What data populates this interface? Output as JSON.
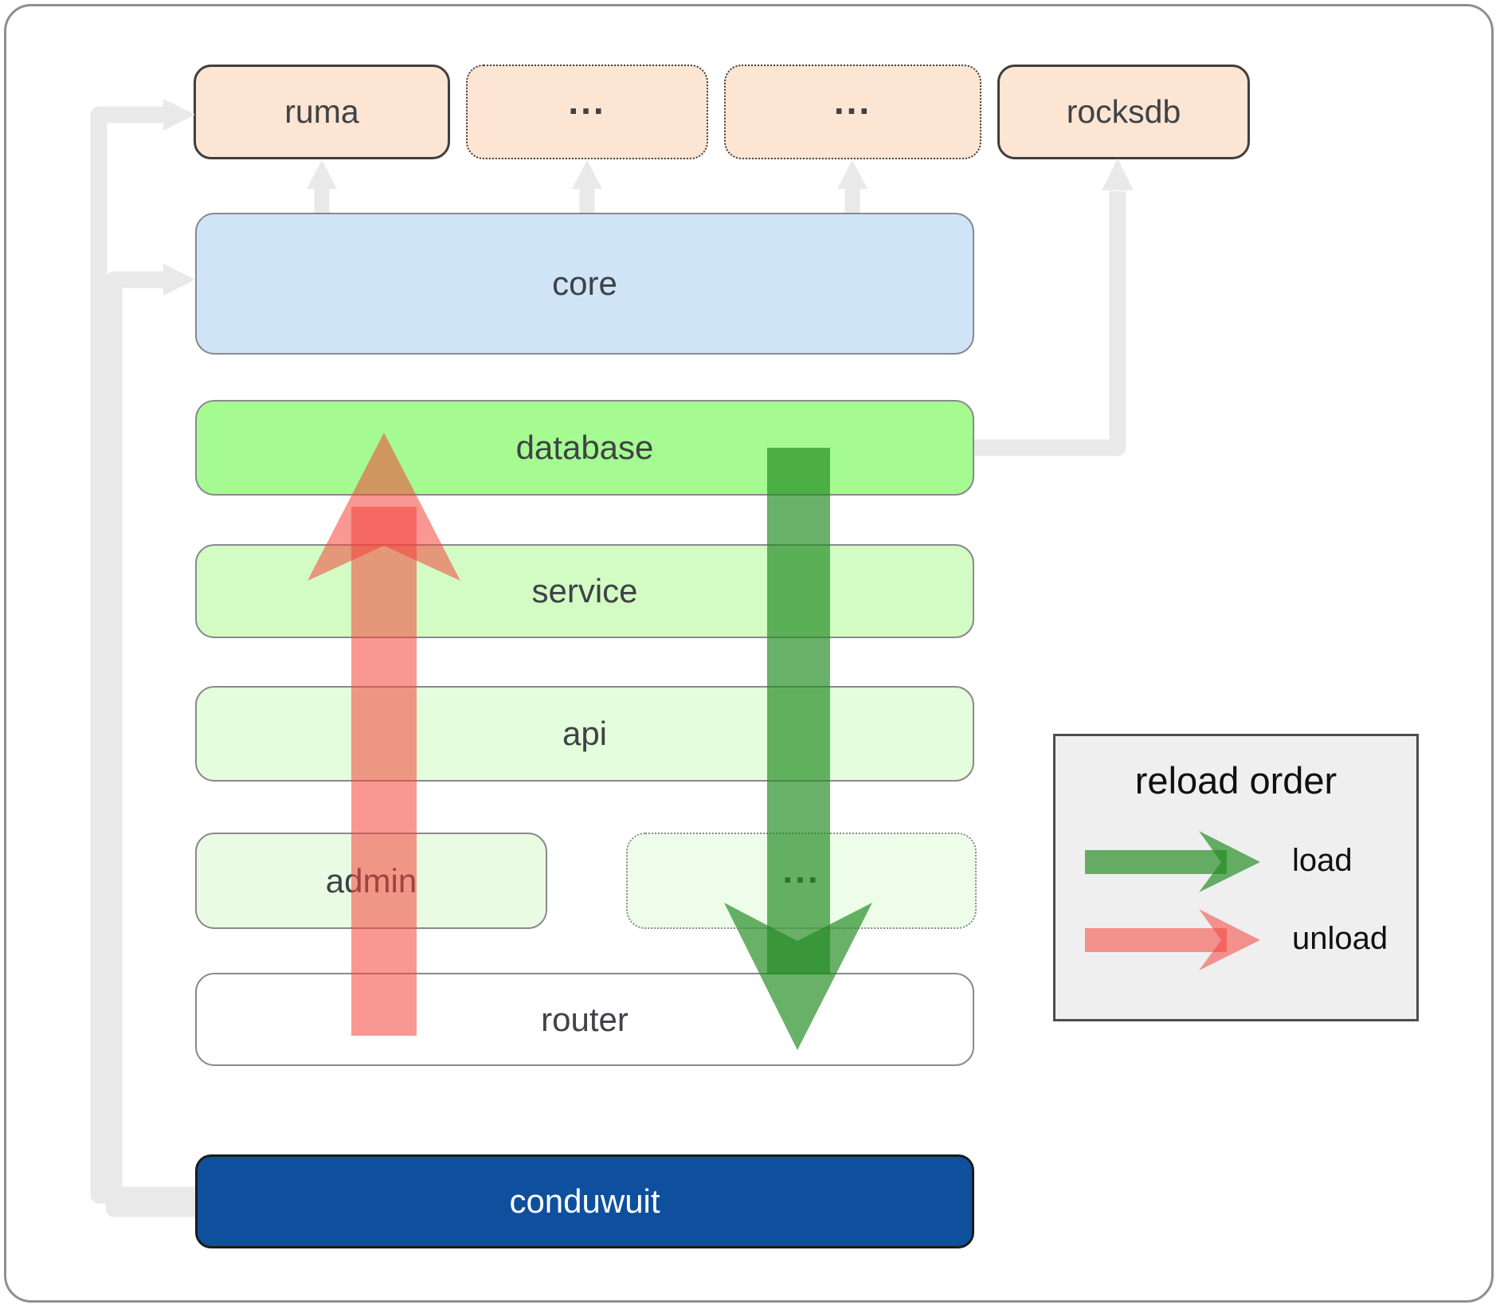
{
  "diagram": {
    "subject": "conduwuit crate architecture",
    "nodes": {
      "ruma": {
        "label": "ruma"
      },
      "crate_dots_1": {
        "label": "..."
      },
      "crate_dots_2": {
        "label": "..."
      },
      "rocksdb": {
        "label": "rocksdb"
      },
      "core": {
        "label": "core"
      },
      "database": {
        "label": "database"
      },
      "service": {
        "label": "service"
      },
      "api": {
        "label": "api"
      },
      "admin": {
        "label": "admin"
      },
      "service_dots": {
        "label": "..."
      },
      "router": {
        "label": "router"
      },
      "conduwuit": {
        "label": "conduwuit"
      }
    },
    "edges": [
      {
        "from": "conduwuit",
        "to": "ruma",
        "style": "gray-connector"
      },
      {
        "from": "conduwuit",
        "to": "core",
        "style": "gray-connector"
      },
      {
        "from": "core",
        "to": "ruma",
        "style": "gray-connector"
      },
      {
        "from": "core",
        "to": "crate_dots_1",
        "style": "gray-connector"
      },
      {
        "from": "core",
        "to": "crate_dots_2",
        "style": "gray-connector"
      },
      {
        "from": "database",
        "to": "rocksdb",
        "style": "gray-connector"
      },
      {
        "from": "database",
        "to": "router",
        "style": "load",
        "color": "green",
        "direction": "down"
      },
      {
        "from": "router",
        "to": "database",
        "style": "unload",
        "color": "red",
        "direction": "up"
      }
    ]
  },
  "legend": {
    "title": "reload order",
    "load_label": "load",
    "unload_label": "unload"
  },
  "colors": {
    "peach": "#fce5d2",
    "dark_border": "#3f3f3f",
    "gray_border": "#8a8a8a",
    "core_blue": "#d0e4f7",
    "db_green": "#a5fb91",
    "service_green": "#d3fcc5",
    "api_green": "#e4fddc",
    "admin_green": "#eafbe4",
    "dots_green": "#eefdea",
    "conduwuit_blue": "#0f509e",
    "node_text": "#3f4246",
    "connector_gray": "#e9e9e9",
    "arrow_green": "#228b22",
    "arrow_red": "#f4433a",
    "legend_bg": "#efefef",
    "legend_border": "#4d4d4d"
  }
}
